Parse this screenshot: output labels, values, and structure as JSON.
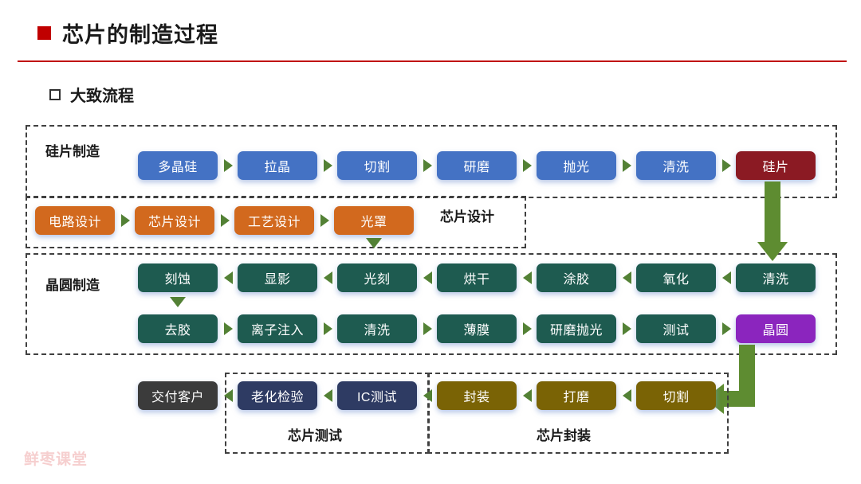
{
  "header": {
    "title": "芯片的制造过程",
    "subtitle": "大致流程",
    "bullet_color": "#C00000",
    "rule_color": "#C00000"
  },
  "watermark": "鲜枣课堂",
  "palette": {
    "blue": "#4472C4",
    "dark_red": "#8B1A23",
    "orange": "#D2691E",
    "teal": "#1E5B50",
    "purple": "#8B25BE",
    "gray": "#3B3B3B",
    "navy": "#2E3B63",
    "olive": "#7A6305",
    "arrow_green": "#538135",
    "connector_green": "#5E8C31"
  },
  "sections": {
    "wafer_substrate": {
      "label": "硅片制造",
      "steps": [
        {
          "label": "多晶硅",
          "color": "blue"
        },
        {
          "label": "拉晶",
          "color": "blue"
        },
        {
          "label": "切割",
          "color": "blue"
        },
        {
          "label": "研磨",
          "color": "blue"
        },
        {
          "label": "抛光",
          "color": "blue"
        },
        {
          "label": "清洗",
          "color": "blue"
        },
        {
          "label": "硅片",
          "color": "dark_red"
        }
      ],
      "flow_direction": "left-to-right"
    },
    "chip_design": {
      "label": "芯片设计",
      "steps": [
        {
          "label": "电路设计",
          "color": "orange"
        },
        {
          "label": "芯片设计",
          "color": "orange"
        },
        {
          "label": "工艺设计",
          "color": "orange"
        },
        {
          "label": "光罩",
          "color": "orange"
        }
      ],
      "flow_direction": "left-to-right"
    },
    "wafer_fab": {
      "label": "晶圆制造",
      "row_top": [
        {
          "label": "刻蚀",
          "color": "teal"
        },
        {
          "label": "显影",
          "color": "teal"
        },
        {
          "label": "光刻",
          "color": "teal"
        },
        {
          "label": "烘干",
          "color": "teal"
        },
        {
          "label": "涂胶",
          "color": "teal"
        },
        {
          "label": "氧化",
          "color": "teal"
        },
        {
          "label": "清洗",
          "color": "teal"
        }
      ],
      "row_top_direction": "right-to-left",
      "row_bottom": [
        {
          "label": "去胶",
          "color": "teal"
        },
        {
          "label": "离子注入",
          "color": "teal"
        },
        {
          "label": "清洗",
          "color": "teal"
        },
        {
          "label": "薄膜",
          "color": "teal"
        },
        {
          "label": "研磨抛光",
          "color": "teal"
        },
        {
          "label": "测试",
          "color": "teal"
        },
        {
          "label": "晶圆",
          "color": "purple"
        }
      ],
      "row_bottom_direction": "left-to-right"
    },
    "chip_test": {
      "label": "芯片测试",
      "steps": [
        {
          "label": "老化检验",
          "color": "navy"
        },
        {
          "label": "IC测试",
          "color": "navy"
        }
      ],
      "flow_direction": "right-to-left"
    },
    "chip_package": {
      "label": "芯片封装",
      "steps": [
        {
          "label": "封装",
          "color": "olive"
        },
        {
          "label": "打磨",
          "color": "olive"
        },
        {
          "label": "切割",
          "color": "olive"
        }
      ],
      "flow_direction": "right-to-left"
    },
    "delivery": {
      "steps": [
        {
          "label": "交付客户",
          "color": "gray"
        }
      ]
    }
  }
}
